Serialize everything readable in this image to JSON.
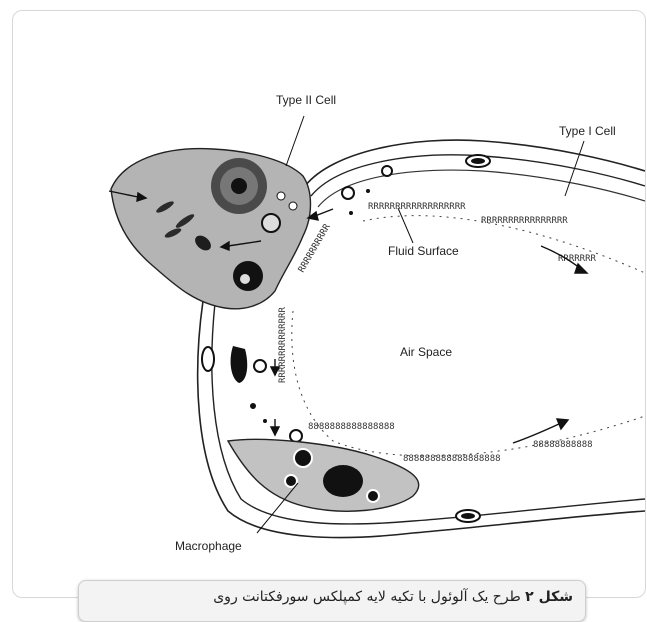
{
  "labels": {
    "type_ii_cell": "Type II Cell",
    "type_i_cell": "Type I Cell",
    "fluid_surface": "Fluid Surface",
    "air_space": "Air Space",
    "macrophage": "Macrophage"
  },
  "caption": {
    "figure_number": "شکل ۲",
    "text": "طرح یک آلوئول با تکیه لایه کمپلکس سورفکتانت روی"
  }
}
